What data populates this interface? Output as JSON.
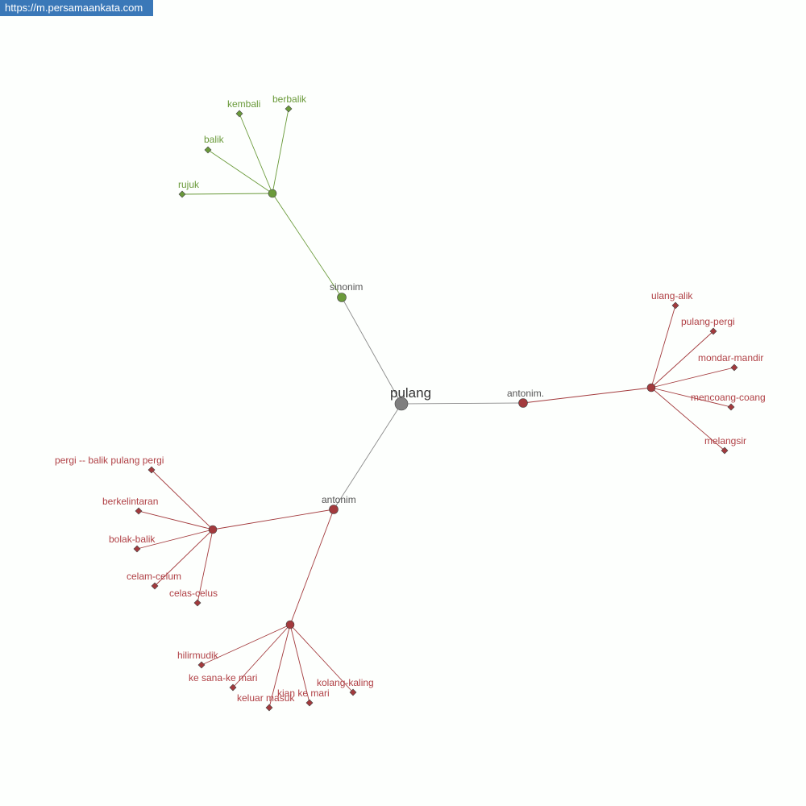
{
  "site_url": "https://m.persamaankata.com",
  "colors": {
    "root": "#7f7f7f",
    "root_edge": "#8a8a8a",
    "synonym": "#6a9a3a",
    "synonym_text": "#6a9a3a",
    "antonym": "#a33a3d",
    "antonym_text": "#b04045",
    "category_text": "#555555"
  },
  "graph": {
    "root": {
      "label": "pulang"
    },
    "categories": [
      {
        "label": "sinonim",
        "kind": "synonym",
        "groups": [
          {
            "words": [
              "rujuk",
              "balik",
              "kembali",
              "berbalik"
            ]
          }
        ]
      },
      {
        "label": "antonim.",
        "kind": "antonym",
        "groups": [
          {
            "words": [
              "ulang-alik",
              "pulang-pergi",
              "mondar-mandir",
              "mencoang-coang",
              "melangsir"
            ]
          }
        ]
      },
      {
        "label": "antonim",
        "kind": "antonym",
        "groups": [
          {
            "words": [
              "pergi -- balik  pulang pergi",
              "berkelintaran",
              "bolak-balik",
              "celam-celum",
              "celas-celus"
            ]
          },
          {
            "words": [
              "hilirmudik",
              "ke sana-ke mari",
              "keluar masuk",
              "kian ke mari",
              "kolang-kaling"
            ]
          }
        ]
      }
    ]
  }
}
